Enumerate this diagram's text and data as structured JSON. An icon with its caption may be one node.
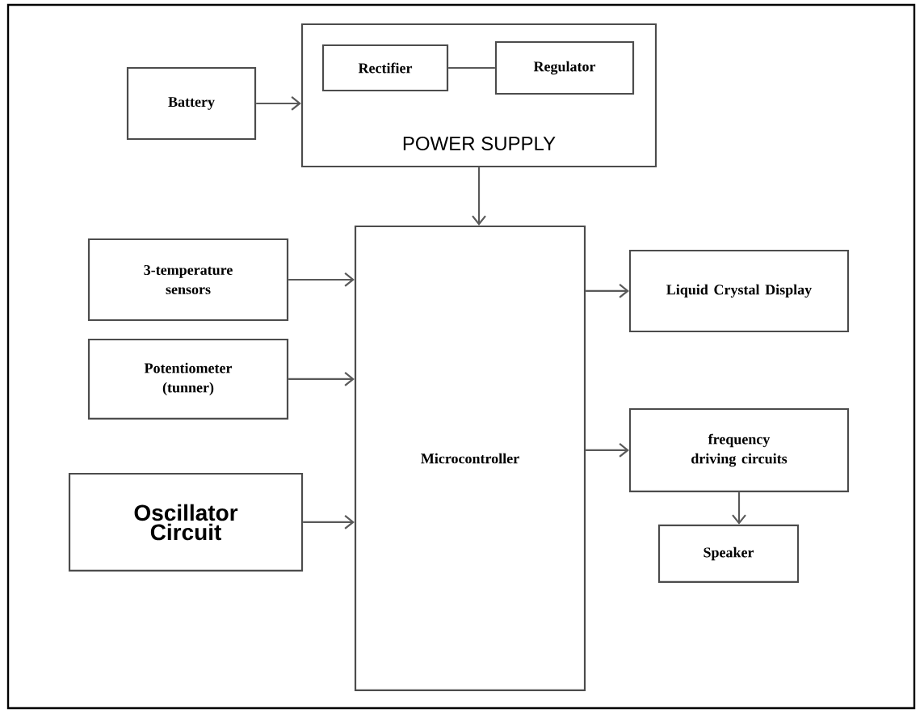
{
  "diagram": {
    "nodes": [
      {
        "text": [
          "POWER SUPPLY"
        ]
      },
      {
        "text": [
          "Rectifier"
        ],
        "in": 0
      },
      {
        "text": [
          "Regulator"
        ],
        "in": 0
      },
      {
        "text": [
          "Battery"
        ]
      },
      {
        "text": [
          "Microcontroller"
        ]
      },
      {
        "text": [
          "3-temperature sensors"
        ]
      },
      {
        "text": [
          "Potentiometer (tunner)"
        ]
      },
      {
        "text": [
          "Oscillator Circuit"
        ]
      },
      {
        "text": [
          "Liquid Crystal Display"
        ]
      },
      {
        "text": [
          "frequency driving circuits"
        ]
      },
      {
        "text": [
          "Speaker"
        ]
      }
    ],
    "edges": [
      {
        "from": 1,
        "to": 2,
        "arrow": "none"
      },
      {
        "from": 3,
        "to": 0,
        "arrow": "to"
      },
      {
        "from": 0,
        "to": 4,
        "arrow": "to"
      },
      {
        "from": 5,
        "to": 4,
        "arrow": "to"
      },
      {
        "from": 6,
        "to": 4,
        "arrow": "to"
      },
      {
        "from": 7,
        "to": 4,
        "arrow": "to"
      },
      {
        "from": 4,
        "to": 8,
        "arrow": "to"
      },
      {
        "from": 4,
        "to": 9,
        "arrow": "to"
      },
      {
        "from": 9,
        "to": 10,
        "arrow": "to"
      }
    ]
  }
}
